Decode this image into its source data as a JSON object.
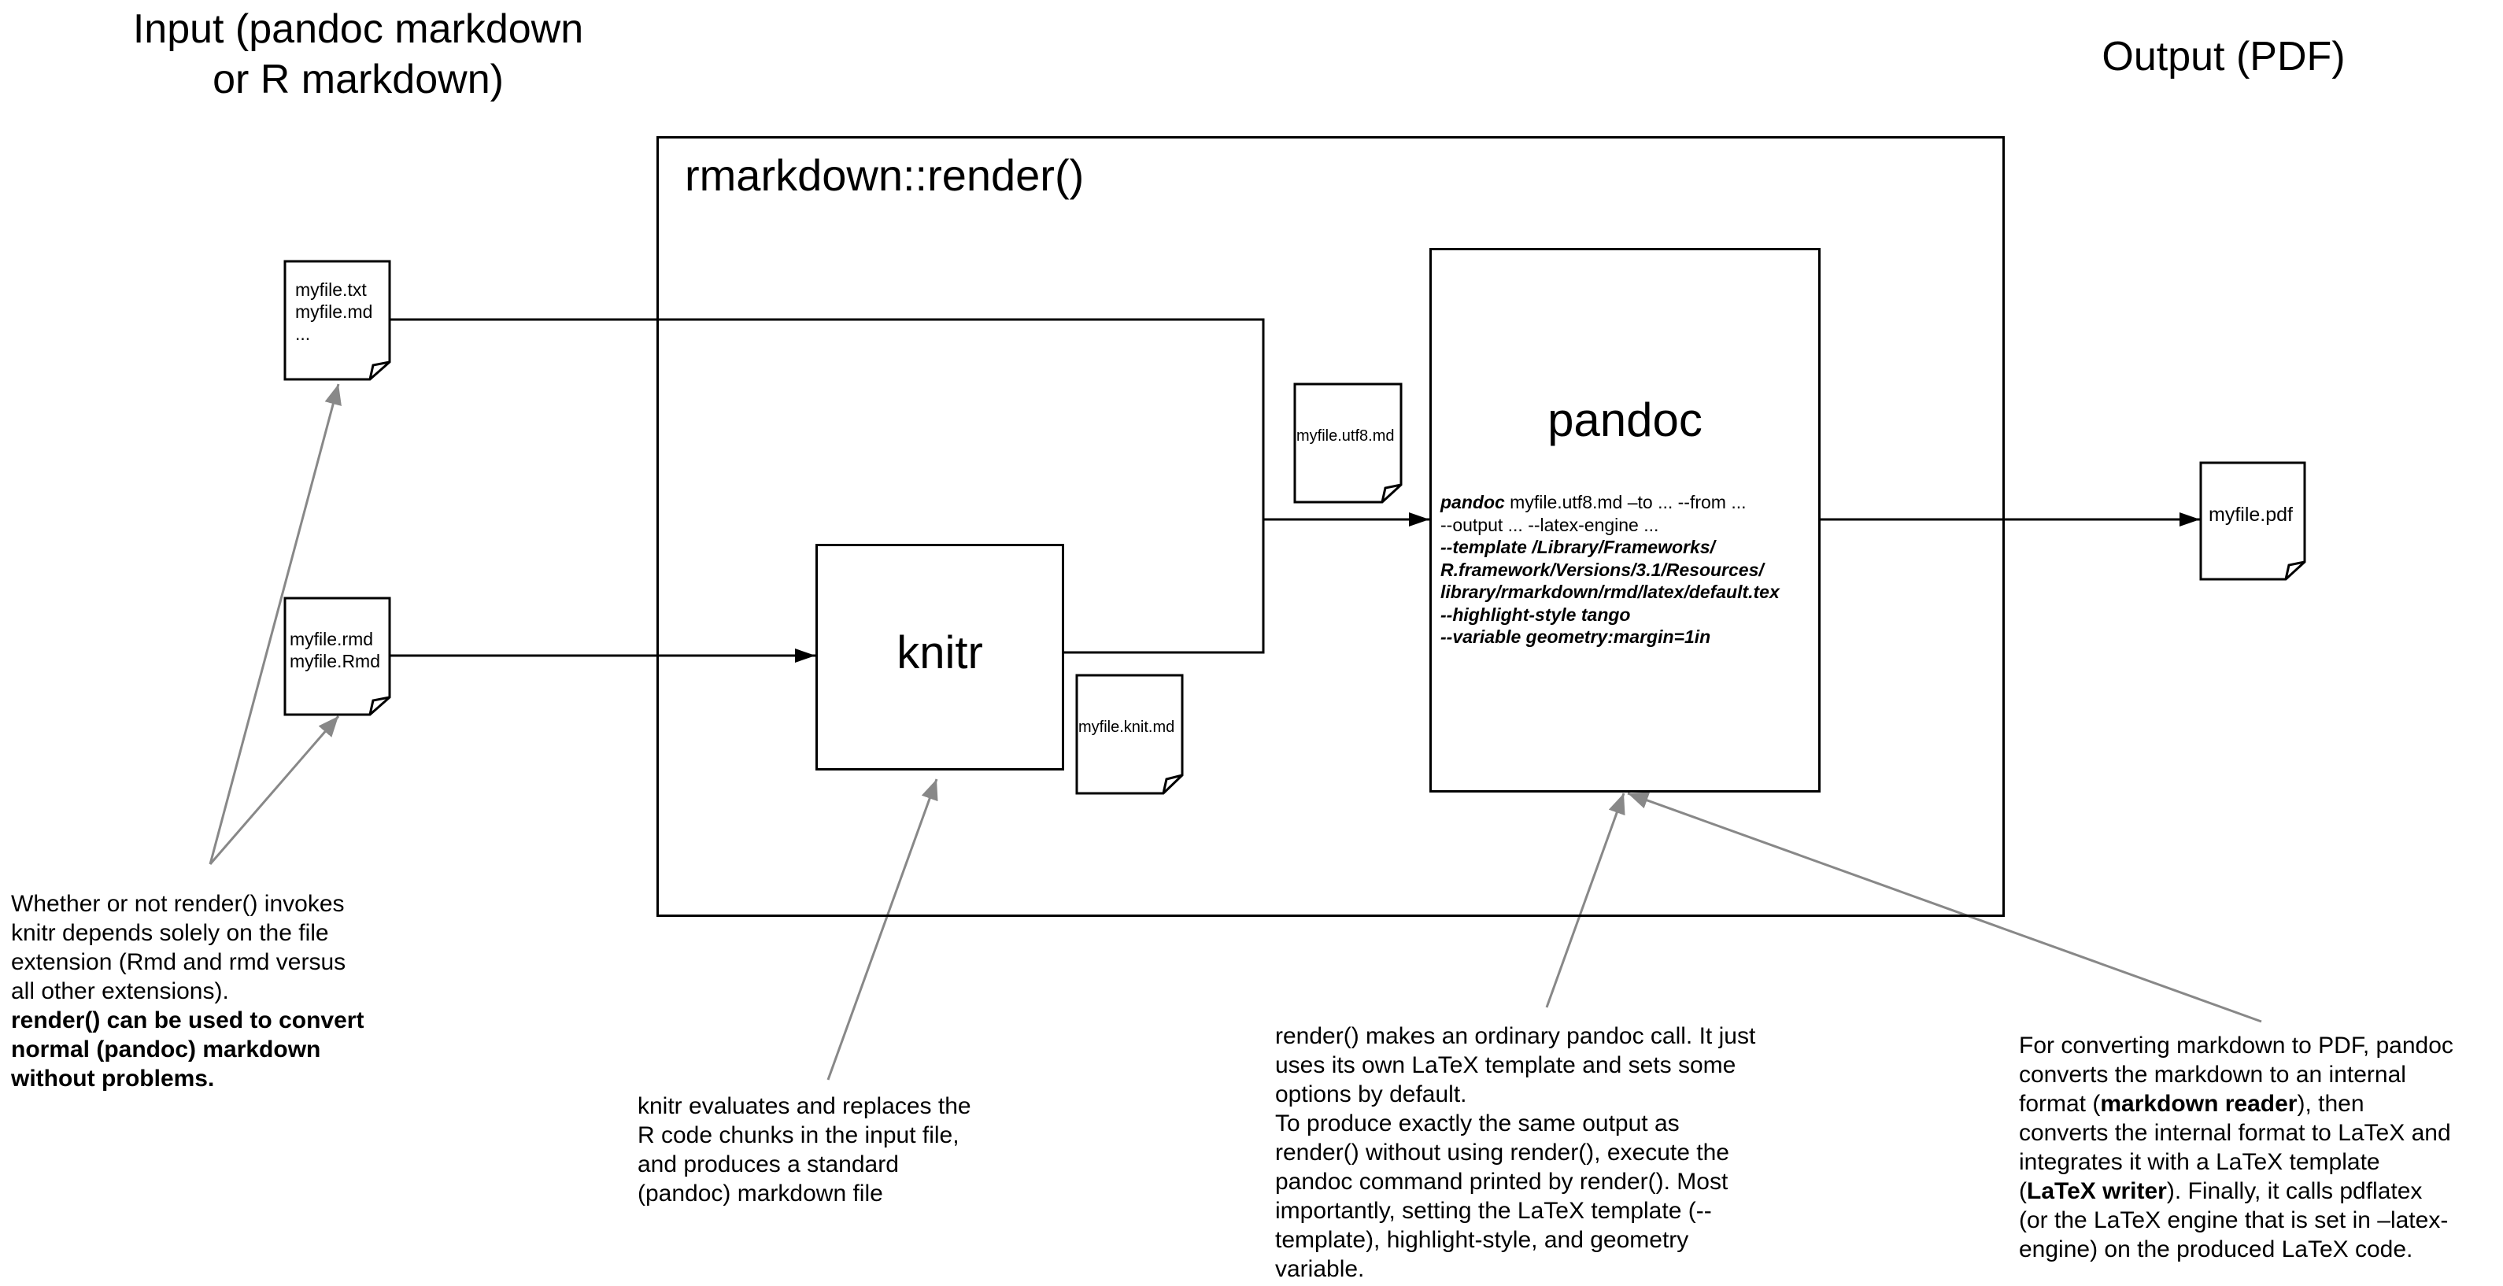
{
  "headings": {
    "input_line1": "Input (pandoc markdown",
    "input_line2": "or R markdown)",
    "output": "Output (PDF)"
  },
  "render_box": {
    "title": "rmarkdown::render()"
  },
  "knitr_box": {
    "title": "knitr"
  },
  "pandoc_box": {
    "title": "pandoc",
    "cmd": {
      "l1_kw": "pandoc",
      "l1_rest": " myfile.utf8.md –to ... --from ...",
      "l2": "--output ... --latex-engine ...",
      "l3": "--template /Library/Frameworks/",
      "l4": "R.framework/Versions/3.1/Resources/",
      "l5": "library/rmarkdown/rmd/latex/default.tex",
      "l6": "--highlight-style  tango",
      "l7": "--variable  geometry:margin=1in"
    }
  },
  "documents": {
    "txt_md": {
      "l1": "myfile.txt",
      "l2": "myfile.md",
      "l3": "..."
    },
    "rmd": {
      "l1": "myfile.rmd",
      "l2": "myfile.Rmd"
    },
    "knit_md": "myfile.knit.md",
    "utf8_md": "myfile.utf8.md",
    "pdf": "myfile.pdf"
  },
  "notes": {
    "extension": {
      "l1": "Whether or not render() invokes",
      "l2": "knitr depends solely on the file",
      "l3": "extension (Rmd and rmd versus",
      "l4": "all other extensions).",
      "b1": "render() can be used to convert",
      "b2": "normal (pandoc) markdown",
      "b3": "without problems."
    },
    "knitr": {
      "l1": "knitr evaluates and replaces the",
      "l2": "R code chunks in the input file,",
      "l3": "and produces a standard",
      "l4": "(pandoc) markdown file"
    },
    "render_call": {
      "l1": "render() makes an ordinary pandoc call. It just",
      "l2": "uses its own LaTeX template and sets some",
      "l3": "options by default.",
      "l4": "To produce exactly the same output as",
      "l5": "render() without using render(), execute the",
      "l6": "pandoc command printed by render(). Most",
      "l7": "importantly, setting the LaTeX template (--",
      "l8": "template), highlight-style, and geometry",
      "l9": "variable."
    },
    "pdf_conversion": {
      "l1": "For converting markdown to PDF, pandoc",
      "l2": "converts the markdown to an internal",
      "l3a": "format (",
      "l3b": "markdown reader",
      "l3c": "), then",
      "l4": "converts the internal format to LaTeX and",
      "l5": "integrates it with a LaTeX template",
      "l6a": "(",
      "l6b": "LaTeX writer",
      "l6c": "). Finally, it calls pdflatex",
      "l7": "(or the LaTeX engine that is set in –latex-",
      "l8": "engine) on the produced LaTeX code."
    }
  }
}
